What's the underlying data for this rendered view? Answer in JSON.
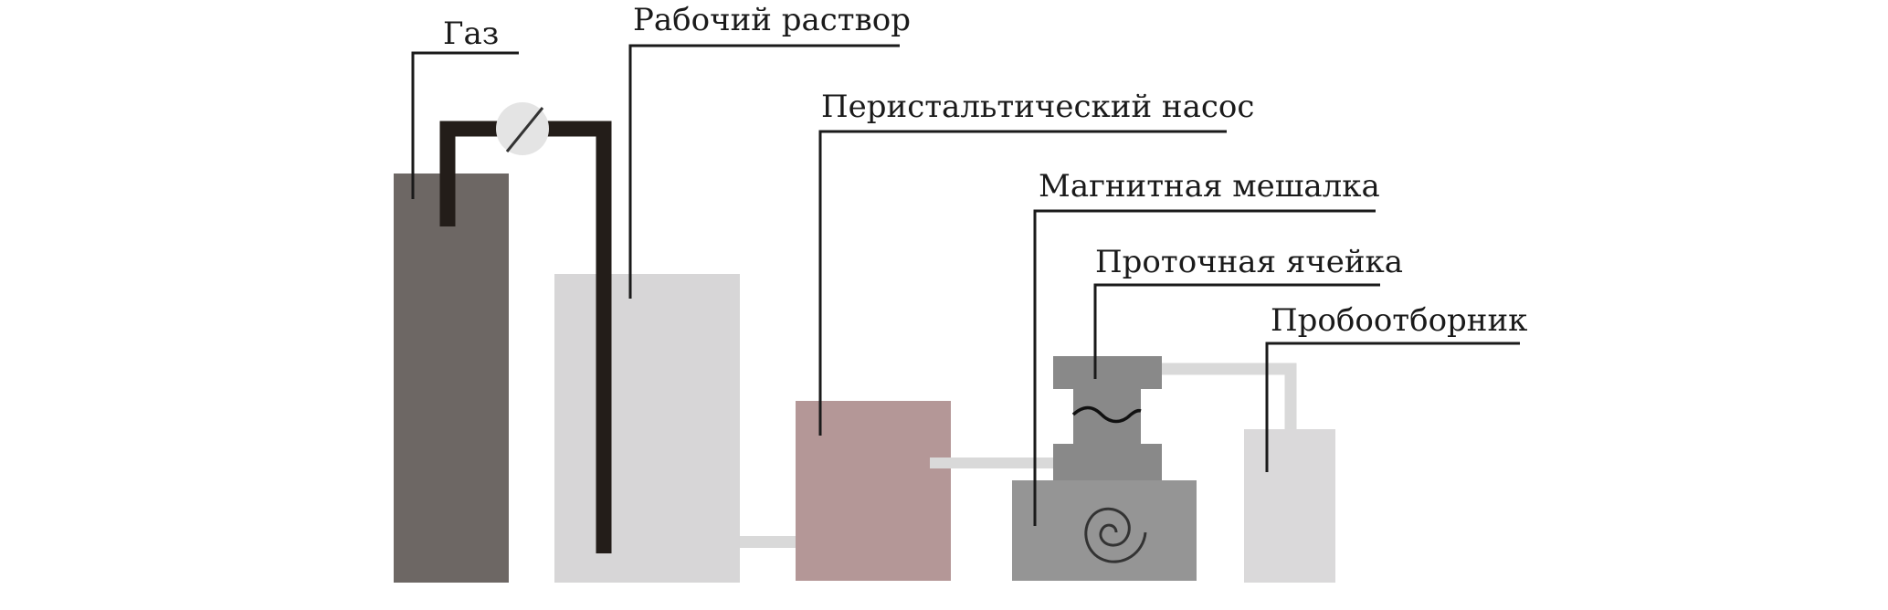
{
  "labels": {
    "gas": "Газ",
    "working_solution": "Рабочий раствор",
    "peristaltic_pump": "Перистальтический насос",
    "magnetic_stirrer": "Магнитная мешалка",
    "flow_cell": "Проточная ячейка",
    "sampler": "Пробоотборник"
  },
  "colors": {
    "gas_cylinder": "#6d6764",
    "tube_dark": "#231d19",
    "solution_tank": "#d7d6d7",
    "pump": "#b49797",
    "stirrer": "#959595",
    "flow_cell": "#898989",
    "sampler": "#dad9da",
    "tube_light": "#d9d9d9",
    "valve": "#e4e4e4",
    "leader": "#1a1a1a"
  }
}
